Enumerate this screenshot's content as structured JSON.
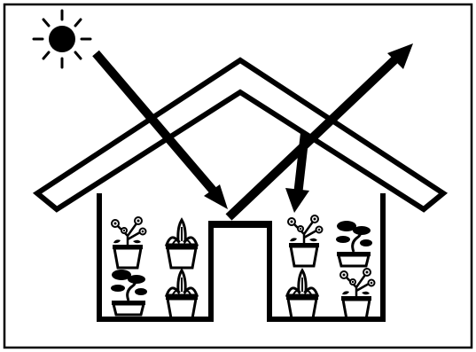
{
  "diagram": {
    "subject": "greenhouse-effect",
    "colors": {
      "ink": "#000000",
      "paper": "#ffffff"
    },
    "icons": {
      "sun": "sun-icon",
      "flower_pot": "flower-pot-icon",
      "succulent_pot": "succulent-pot-icon",
      "bonsai_pot": "bonsai-pot-icon"
    },
    "arrows": [
      {
        "name": "incoming-sunlight-arrow",
        "role": "incoming"
      },
      {
        "name": "escaping-heat-arrow",
        "role": "escaping"
      },
      {
        "name": "reflected-heat-arrow",
        "role": "trapped"
      }
    ]
  }
}
